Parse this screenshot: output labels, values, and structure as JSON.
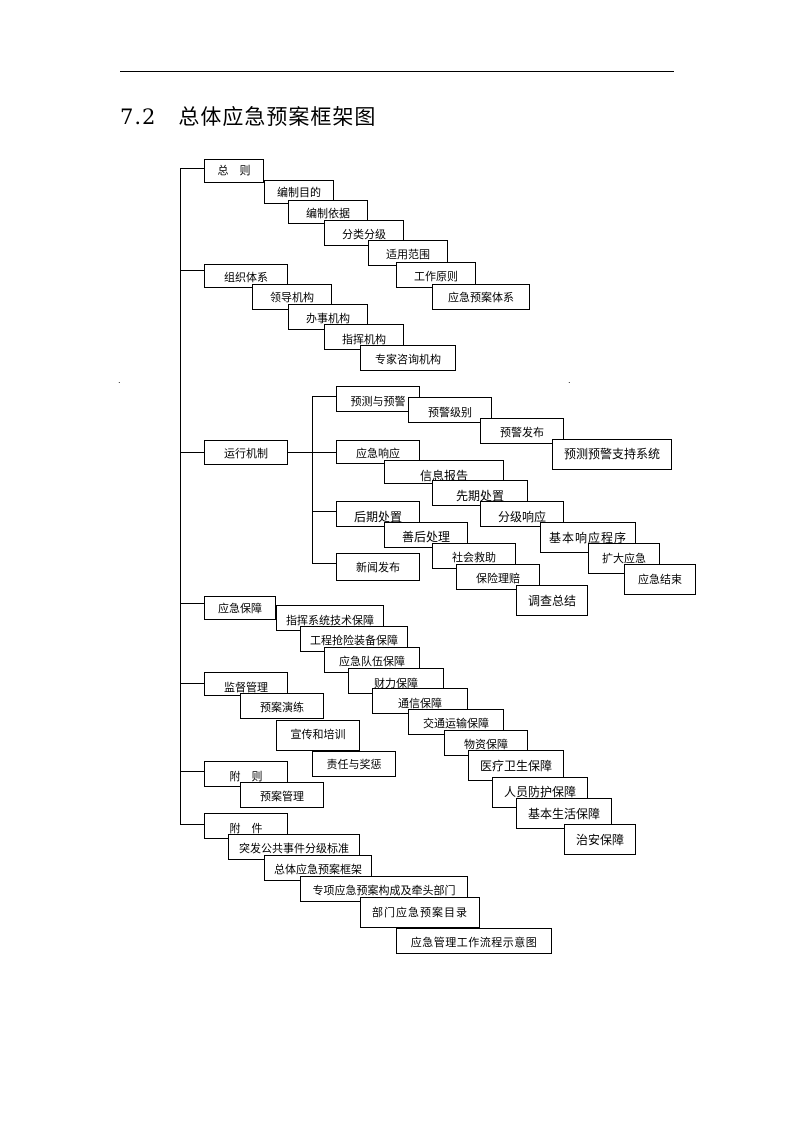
{
  "heading": {
    "number": "7.2",
    "title": "总体应急预案框架图"
  },
  "diagram": {
    "nodes": [
      {
        "id": "zongze",
        "label": "总　则",
        "level": 0
      },
      {
        "id": "bianzhimudi",
        "label": "编制目的",
        "level": 1,
        "parent": "zongze"
      },
      {
        "id": "bianzhiyiju",
        "label": "编制依据",
        "level": 1,
        "parent": "zongze"
      },
      {
        "id": "fenleifenji",
        "label": "分类分级",
        "level": 1,
        "parent": "zongze"
      },
      {
        "id": "shiyongfanwei",
        "label": "适用范围",
        "level": 1,
        "parent": "zongze"
      },
      {
        "id": "gongzuoyuanze",
        "label": "工作原则",
        "level": 1,
        "parent": "zongze"
      },
      {
        "id": "yujiantixi",
        "label": "应急预案体系",
        "level": 1,
        "parent": "zongze"
      },
      {
        "id": "zuzhitixi",
        "label": "组织体系",
        "level": 0
      },
      {
        "id": "lingdaojigou",
        "label": "领导机构",
        "level": 1,
        "parent": "zuzhitixi"
      },
      {
        "id": "banshijigou",
        "label": "办事机构",
        "level": 1,
        "parent": "zuzhitixi"
      },
      {
        "id": "zhihuijigou",
        "label": "指挥机构",
        "level": 1,
        "parent": "zuzhitixi"
      },
      {
        "id": "zhuanjiazixun",
        "label": "专家咨询机构",
        "level": 1,
        "parent": "zuzhitixi"
      },
      {
        "id": "yunxingjizhi",
        "label": "运行机制",
        "level": 0
      },
      {
        "id": "yucheyujing",
        "label": "预测与预警",
        "level": 1,
        "parent": "yunxingjizhi"
      },
      {
        "id": "yujingjibie",
        "label": "预警级别",
        "level": 2,
        "parent": "yucheyujing"
      },
      {
        "id": "yujingfabu",
        "label": "预警发布",
        "level": 2,
        "parent": "yucheyujing"
      },
      {
        "id": "yucezhichi",
        "label": "预测预警支持系统",
        "level": 2,
        "parent": "yucheyujing"
      },
      {
        "id": "yingjixiangying",
        "label": "应急响应",
        "level": 1,
        "parent": "yunxingjizhi"
      },
      {
        "id": "xinxibaogao",
        "label": "信息报告",
        "level": 2,
        "parent": "yingjixiangying"
      },
      {
        "id": "xianqichuzhi",
        "label": "先期处置",
        "level": 2,
        "parent": "yingjixiangying"
      },
      {
        "id": "fenjixiangying",
        "label": "分级响应",
        "level": 2,
        "parent": "yingjixiangying"
      },
      {
        "id": "jibenchengxu",
        "label": "基本响应程序",
        "level": 2,
        "parent": "yingjixiangying"
      },
      {
        "id": "kuodayingji",
        "label": "扩大应急",
        "level": 2,
        "parent": "yingjixiangying"
      },
      {
        "id": "yingjijieshu",
        "label": "应急结束",
        "level": 2,
        "parent": "yingjixiangying"
      },
      {
        "id": "houqichuzhi",
        "label": "后期处置",
        "level": 1,
        "parent": "yunxingjizhi"
      },
      {
        "id": "shanhouchuli",
        "label": "善后处理",
        "level": 2,
        "parent": "houqichuzhi"
      },
      {
        "id": "shehuijiuzhu",
        "label": "社会救助",
        "level": 2,
        "parent": "houqichuzhi"
      },
      {
        "id": "baoxianlipei",
        "label": "保险理赔",
        "level": 2,
        "parent": "houqichuzhi"
      },
      {
        "id": "diaochazongjie",
        "label": "调查总结",
        "level": 2,
        "parent": "houqichuzhi"
      },
      {
        "id": "xinwenfabu",
        "label": "新闻发布",
        "level": 1,
        "parent": "yunxingjizhi"
      },
      {
        "id": "yingjibaozhang",
        "label": "应急保障",
        "level": 0
      },
      {
        "id": "zhihuixitong",
        "label": "指挥系统技术保障",
        "level": 1,
        "parent": "yingjibaozhang"
      },
      {
        "id": "gongchengqiangxian",
        "label": "工程抢险装备保障",
        "level": 1,
        "parent": "yingjibaozhang"
      },
      {
        "id": "duiwubaozhang",
        "label": "应急队伍保障",
        "level": 1,
        "parent": "yingjibaozhang"
      },
      {
        "id": "cailibaozhang",
        "label": "财力保障",
        "level": 1,
        "parent": "yingjibaozhang"
      },
      {
        "id": "tongxinbaozhang",
        "label": "通信保障",
        "level": 1,
        "parent": "yingjibaozhang"
      },
      {
        "id": "jiaotongbaozhang",
        "label": "交通运输保障",
        "level": 1,
        "parent": "yingjibaozhang"
      },
      {
        "id": "wuzibaozhang",
        "label": "物资保障",
        "level": 1,
        "parent": "yingjibaozhang"
      },
      {
        "id": "yiliaobaozhang",
        "label": "医疗卫生保障",
        "level": 1,
        "parent": "yingjibaozhang"
      },
      {
        "id": "renyuanfanghu",
        "label": "人员防护保障",
        "level": 1,
        "parent": "yingjibaozhang"
      },
      {
        "id": "jibenshenghuo",
        "label": "基本生活保障",
        "level": 1,
        "parent": "yingjibaozhang"
      },
      {
        "id": "zhianbaozhang",
        "label": "治安保障",
        "level": 1,
        "parent": "yingjibaozhang"
      },
      {
        "id": "jiandu",
        "label": "监督管理",
        "level": 0
      },
      {
        "id": "yuanyanlian",
        "label": "预案演练",
        "level": 1,
        "parent": "jiandu"
      },
      {
        "id": "xuanchuanpeixun",
        "label": "宣传和培训",
        "level": 1,
        "parent": "jiandu"
      },
      {
        "id": "zerenjiangcheng",
        "label": "责任与奖惩",
        "level": 1,
        "parent": "jiandu"
      },
      {
        "id": "fuze",
        "label": "附　则",
        "level": 0
      },
      {
        "id": "yuanguanli",
        "label": "预案管理",
        "level": 1,
        "parent": "fuze"
      },
      {
        "id": "fujian",
        "label": "附　件",
        "level": 0
      },
      {
        "id": "tufabiaozhun",
        "label": "突发公共事件分级标准",
        "level": 1,
        "parent": "fujian"
      },
      {
        "id": "zongtikuangjia",
        "label": "总体应急预案框架",
        "level": 1,
        "parent": "fujian"
      },
      {
        "id": "zhuanxiangbumen",
        "label": "专项应急预案构成及牵头部门",
        "level": 1,
        "parent": "fujian"
      },
      {
        "id": "bumenmulu",
        "label": "部门应急预案目录",
        "level": 1,
        "parent": "fujian"
      },
      {
        "id": "liuchengtu",
        "label": "应急管理工作流程示意图",
        "level": 1,
        "parent": "fujian"
      }
    ]
  }
}
